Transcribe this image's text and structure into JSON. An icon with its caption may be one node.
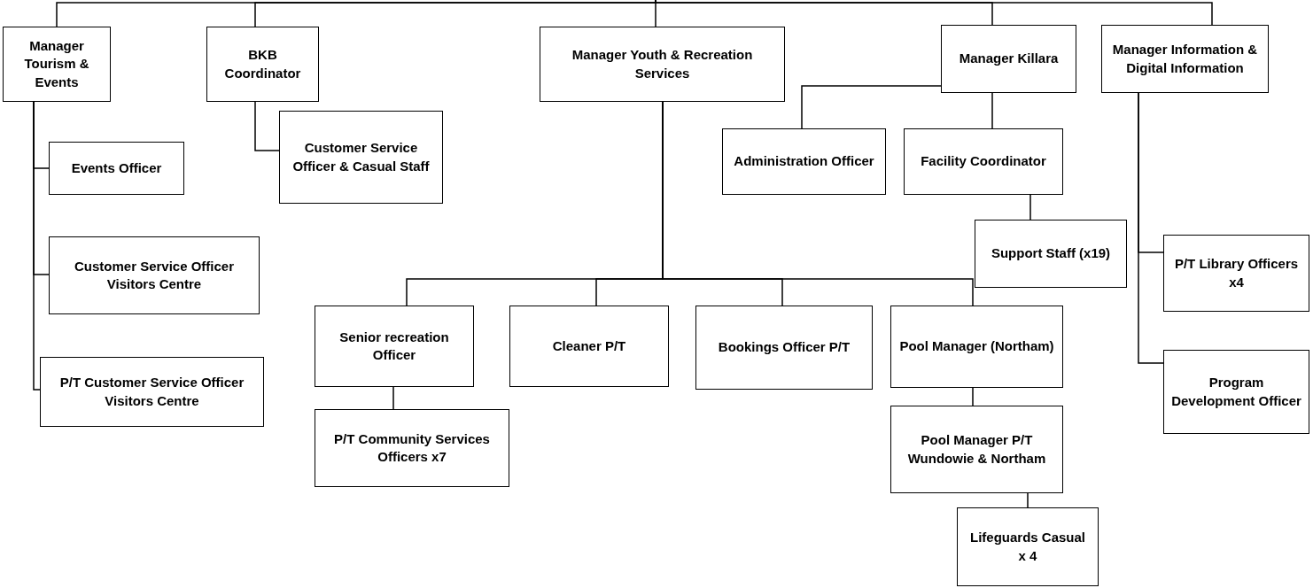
{
  "diagram": {
    "nodes": [
      {
        "text": [
          "Manager Tourism & Events"
        ]
      },
      {
        "text": [
          "Events Officer"
        ]
      },
      {
        "text": [
          "Customer Service Officer Visitors Centre"
        ]
      },
      {
        "text": [
          "P/T Customer Service Officer Visitors Centre"
        ]
      },
      {
        "text": [
          "BKB Coordinator"
        ]
      },
      {
        "text": [
          "Customer Service Officer & Casual Staff"
        ]
      },
      {
        "text": [
          "Manager Youth & Recreation Services"
        ]
      },
      {
        "text": [
          "Senior recreation Officer"
        ]
      },
      {
        "text": [
          "P/T Community Services Officers x7"
        ]
      },
      {
        "text": [
          "Cleaner P/T"
        ]
      },
      {
        "text": [
          "Bookings Officer P/T"
        ]
      },
      {
        "text": [
          "Pool Manager (Northam)"
        ]
      },
      {
        "text": [
          "Pool Manager P/T Wundowie & Northam"
        ]
      },
      {
        "text": [
          "Lifeguards Casual x 4"
        ]
      },
      {
        "text": [
          "Manager Killara"
        ]
      },
      {
        "text": [
          "Administration Officer"
        ]
      },
      {
        "text": [
          "Facility Coordinator"
        ]
      },
      {
        "text": [
          "Support Staff (x19)"
        ]
      },
      {
        "text": [
          "Manager Information & Digital Information"
        ]
      },
      {
        "text": [
          "P/T Library Officers x4"
        ]
      },
      {
        "text": [
          "Program Development Officer"
        ]
      }
    ],
    "edges": [
      {
        "from": null,
        "to": 0,
        "arrow": "none"
      },
      {
        "from": null,
        "to": 4,
        "arrow": "none"
      },
      {
        "from": null,
        "to": 6,
        "arrow": "none"
      },
      {
        "from": null,
        "to": 14,
        "arrow": "none"
      },
      {
        "from": null,
        "to": 18,
        "arrow": "none"
      },
      {
        "from": 0,
        "to": 1,
        "arrow": "none"
      },
      {
        "from": 0,
        "to": 2,
        "arrow": "none"
      },
      {
        "from": 0,
        "to": 3,
        "arrow": "none"
      },
      {
        "from": 4,
        "to": 5,
        "arrow": "none"
      },
      {
        "from": 6,
        "to": 7,
        "arrow": "none"
      },
      {
        "from": 6,
        "to": 9,
        "arrow": "none"
      },
      {
        "from": 6,
        "to": 10,
        "arrow": "none"
      },
      {
        "from": 6,
        "to": 11,
        "arrow": "none"
      },
      {
        "from": 7,
        "to": 8,
        "arrow": "none"
      },
      {
        "from": 11,
        "to": 12,
        "arrow": "none"
      },
      {
        "from": 12,
        "to": 13,
        "arrow": "none"
      },
      {
        "from": 14,
        "to": 15,
        "arrow": "none"
      },
      {
        "from": 14,
        "to": 16,
        "arrow": "none"
      },
      {
        "from": 16,
        "to": 17,
        "arrow": "none"
      },
      {
        "from": 18,
        "to": 19,
        "arrow": "none"
      },
      {
        "from": 18,
        "to": 20,
        "arrow": "none"
      }
    ]
  }
}
